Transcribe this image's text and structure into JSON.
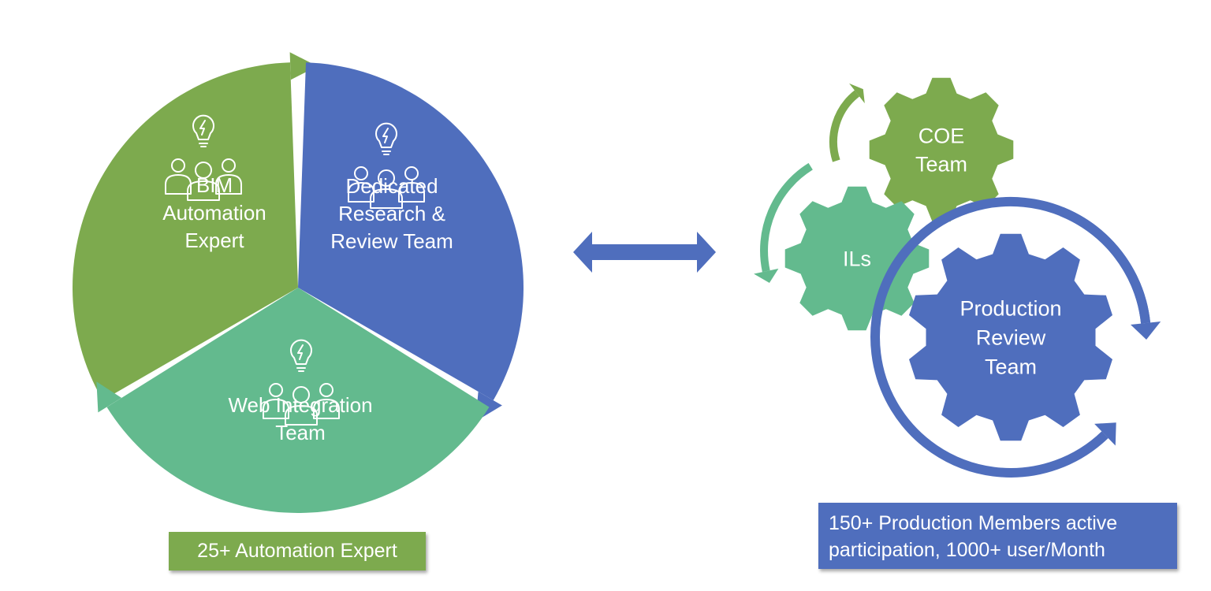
{
  "colors": {
    "green": "#7daa4e",
    "teal": "#63ba8e",
    "blue": "#4f6ebd",
    "white": "#ffffff"
  },
  "cycle": {
    "segments": [
      {
        "id": "bim",
        "color": "green",
        "icon": "team-idea-icon",
        "lines": [
          "BIM",
          "Automation",
          "Expert"
        ]
      },
      {
        "id": "research",
        "color": "blue",
        "icon": "team-idea-icon",
        "lines": [
          "Dedicated",
          "Research &",
          "Review Team"
        ]
      },
      {
        "id": "web",
        "color": "teal",
        "icon": "team-idea-icon",
        "lines": [
          "Web Integration",
          "Team"
        ]
      }
    ],
    "stat_label": "25+ Automation Expert",
    "stat_color": "green"
  },
  "connector": {
    "icon": "double-arrow-icon",
    "color": "blue"
  },
  "gears": {
    "items": [
      {
        "id": "coe",
        "color": "green",
        "lines": [
          "COE",
          "Team"
        ]
      },
      {
        "id": "ils",
        "color": "teal",
        "lines": [
          "ILs"
        ]
      },
      {
        "id": "production",
        "color": "blue",
        "lines": [
          "Production",
          "Review",
          "Team"
        ]
      }
    ],
    "stat_lines": [
      "150+ Production Members active",
      "participation, 1000+ user/Month"
    ],
    "stat_color": "blue"
  }
}
